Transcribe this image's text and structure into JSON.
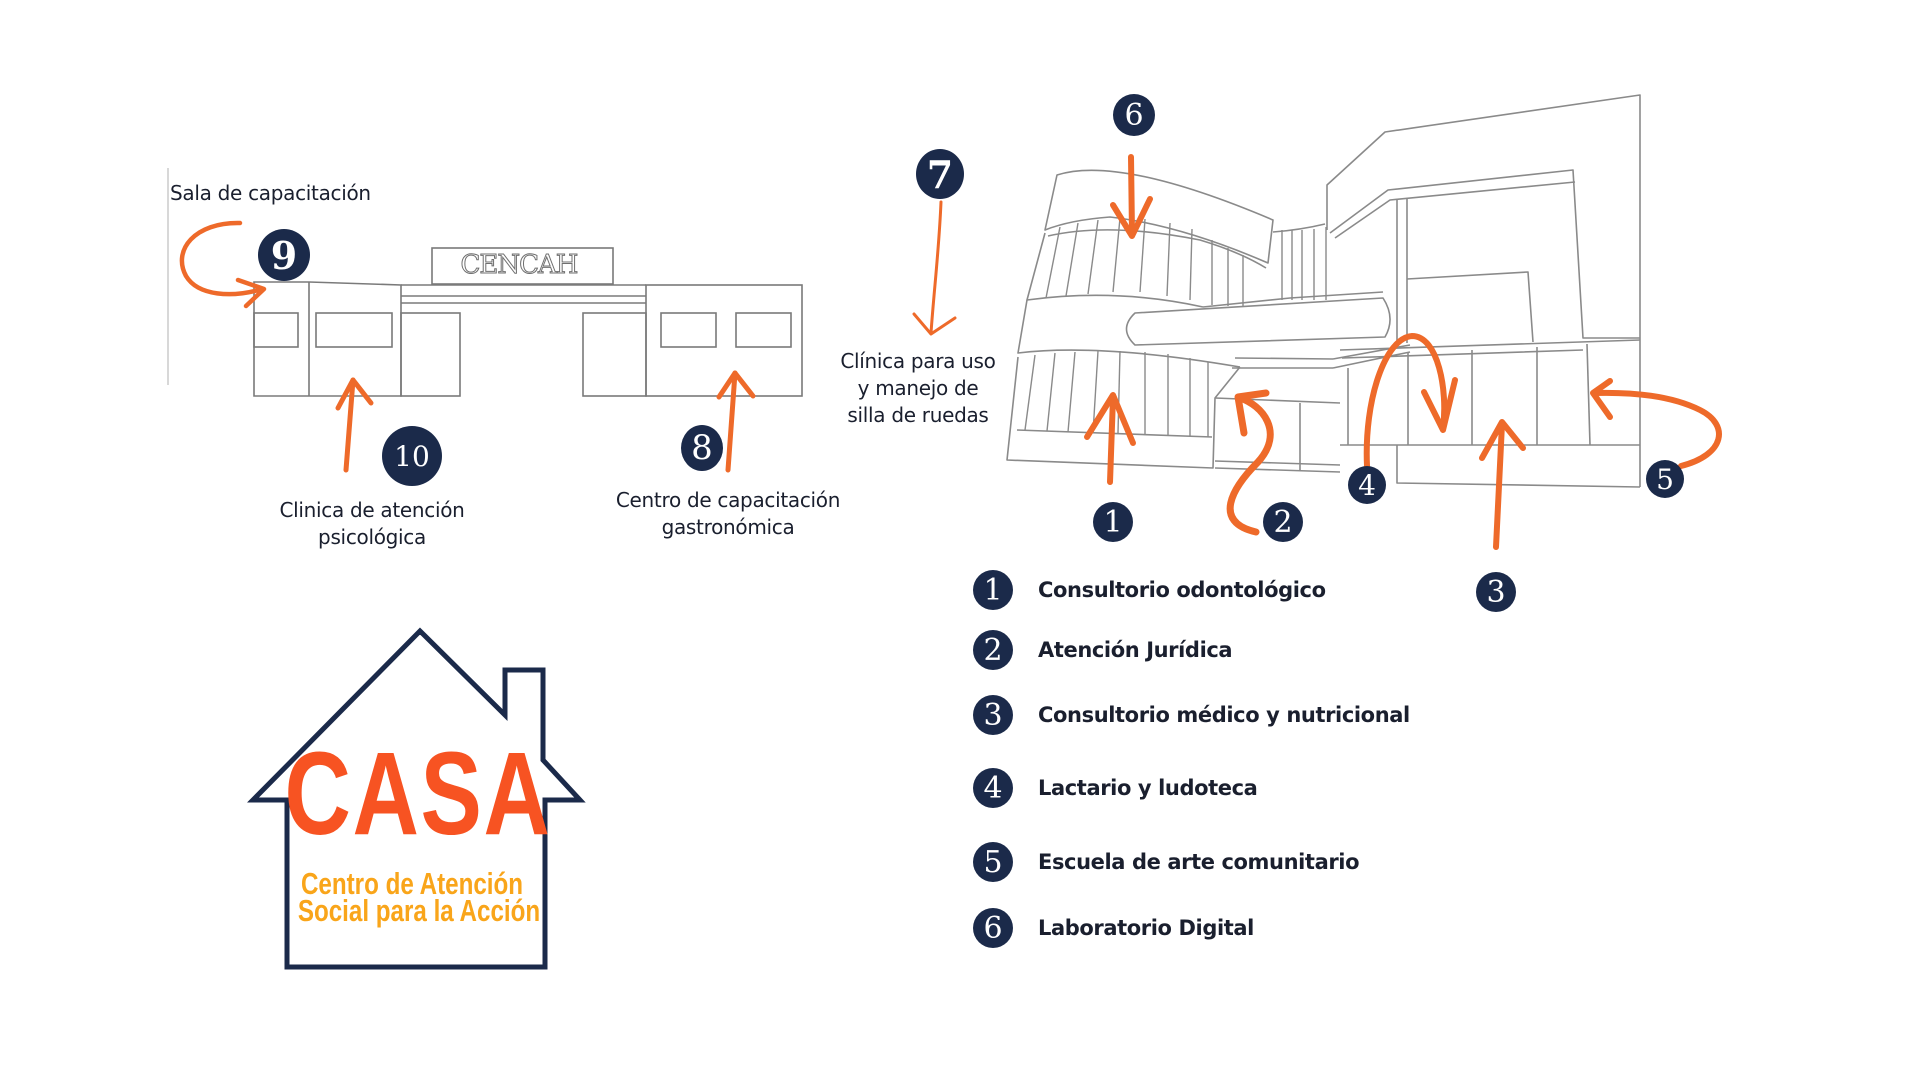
{
  "colors": {
    "badge": "#1b2a4a",
    "arrow": "#ee6a2a",
    "casa_title": "#f75322",
    "casa_subtitle": "#f9a51a",
    "building_line": "#7a7a7a",
    "text": "#1a1f2e"
  },
  "left_building": {
    "sign": "CENCAH",
    "callouts": [
      {
        "number": "9",
        "label": "Sala de capacitación"
      },
      {
        "number": "10",
        "label_lines": [
          "Clinica de atención",
          "psicológica"
        ]
      },
      {
        "number": "8",
        "label_lines": [
          "Centro de capacitación",
          "gastronómica"
        ]
      }
    ]
  },
  "right_building": {
    "callouts": [
      {
        "number": "7",
        "label_lines": [
          "Clínica para uso",
          "y manejo de",
          "silla de ruedas"
        ]
      },
      {
        "number": "6"
      },
      {
        "number": "1"
      },
      {
        "number": "2"
      },
      {
        "number": "3"
      },
      {
        "number": "4"
      },
      {
        "number": "5"
      }
    ]
  },
  "legend": [
    {
      "number": "1",
      "label": "Consultorio odontológico"
    },
    {
      "number": "2",
      "label": "Atención Jurídica"
    },
    {
      "number": "3",
      "label": "Consultorio médico y nutricional"
    },
    {
      "number": "4",
      "label": "Lactario y ludoteca"
    },
    {
      "number": "5",
      "label": "Escuela de arte comunitario"
    },
    {
      "number": "6",
      "label": "Laboratorio Digital"
    }
  ],
  "logo": {
    "title": "CASA",
    "subtitle_lines": [
      "Centro de Atención",
      "Social para la Acción"
    ]
  }
}
